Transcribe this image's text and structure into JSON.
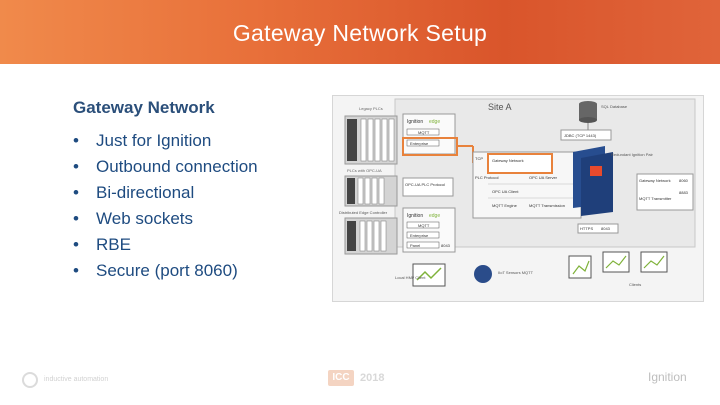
{
  "header": {
    "title": "Gateway Network Setup"
  },
  "content": {
    "section_title": "Gateway Network",
    "bullets": [
      "Just for Ignition",
      "Outbound connection",
      "Bi-directional",
      "Web sockets",
      "RBE",
      "Secure (port 8060)"
    ],
    "bullet_symbol": "•"
  },
  "diagram": {
    "site_label": "Site A",
    "sql_label": "SQL Database",
    "jdbc_label": "JDBC (TCP 1443)",
    "legacy_plcs": "Legacy PLCs",
    "ignition_label": "Ignition",
    "edge_label": "edge",
    "mqtt_label": "MQTT",
    "enterprise_label": "Enterprise",
    "gateway_network_label": "Gateway Network",
    "plcs_label": "PLCs with OPC-UA",
    "opcua_plc_label": "OPC-UA PLC Protocol",
    "tcp_label": "TCP",
    "plc_protocol_label": "PLC Protocol",
    "opcua_server_label": "OPC UA Server",
    "opcua_client_label": "OPC UA Client",
    "mqtt_transmission_label": "MQTT Transmission",
    "mqtt_engine_label": "MQTT Engine",
    "redundant_label": "Redundant Ignition Pair",
    "gateway_network_port": "8060",
    "https_label": "HTTPS",
    "https_port": "8043",
    "mqtt_transmitter_label": "MQTT Transmitter",
    "mqtt_port": "8883",
    "remote_label": "Distributed Edge Controller",
    "panel_label": "Panel",
    "panel_port": "8043",
    "local_hmi_label": "Local HMI/ Client",
    "iiot_label": "IIoT Sensors MQTT",
    "clients_label": "Clients"
  },
  "footer": {
    "company": "inductive automation",
    "conf": "ICC",
    "year": "2018",
    "brand": "Ignition"
  },
  "colors": {
    "accent": "#e8703a",
    "text_blue": "#1e4b80",
    "highlight_box": "#e8823c"
  }
}
